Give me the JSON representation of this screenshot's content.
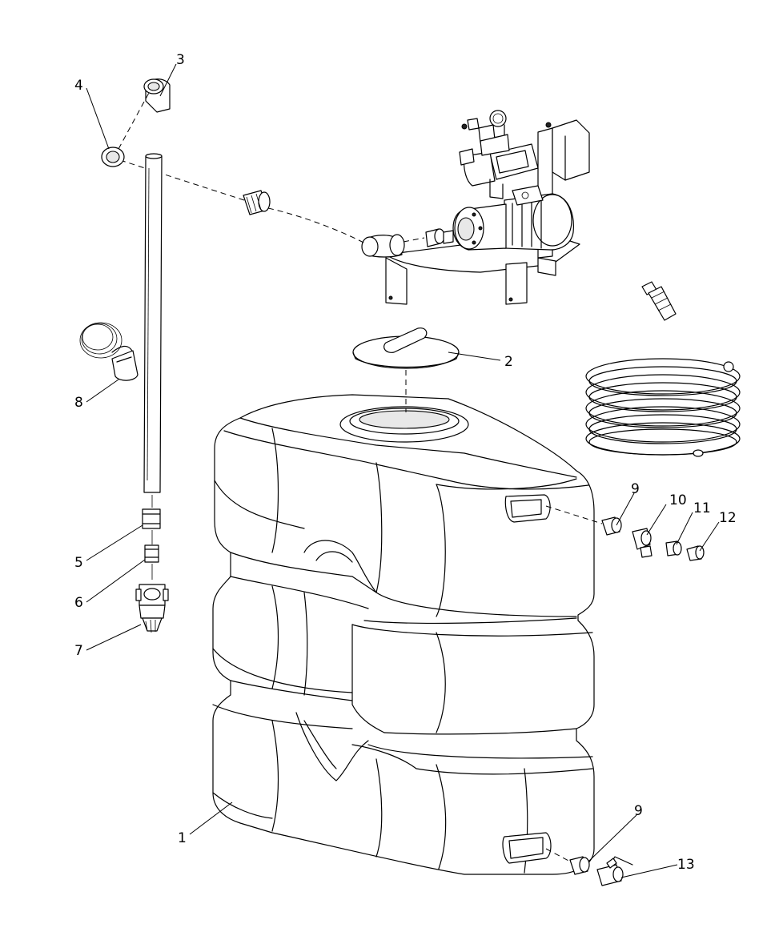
{
  "callouts": [
    {
      "id": "c1",
      "label": "1"
    },
    {
      "id": "c2",
      "label": "2"
    },
    {
      "id": "c3",
      "label": "3"
    },
    {
      "id": "c4",
      "label": "4"
    },
    {
      "id": "c5",
      "label": "5"
    },
    {
      "id": "c6",
      "label": "6"
    },
    {
      "id": "c7",
      "label": "7"
    },
    {
      "id": "c8",
      "label": "8"
    },
    {
      "id": "c9a",
      "label": "9"
    },
    {
      "id": "c9b",
      "label": "9"
    },
    {
      "id": "c10",
      "label": "10"
    },
    {
      "id": "c11",
      "label": "11"
    },
    {
      "id": "c12",
      "label": "12"
    },
    {
      "id": "c13",
      "label": "13"
    }
  ]
}
